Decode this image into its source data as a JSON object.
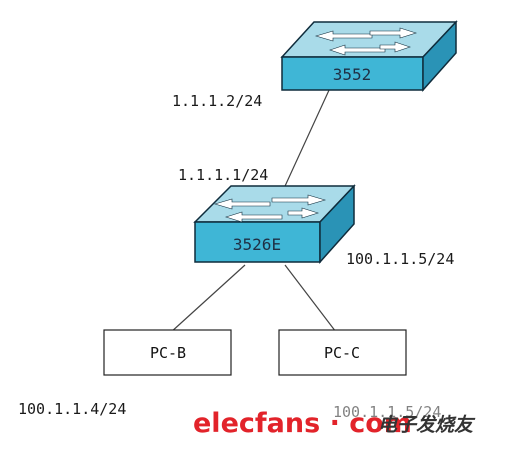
{
  "switches": {
    "core": {
      "name": "3552",
      "port_ip": "1.1.1.2/24"
    },
    "access": {
      "name": "3526E",
      "uplink_ip": "1.1.1.1/24",
      "vlan_ip": "100.1.1.5/24"
    }
  },
  "pcs": {
    "pc_b": {
      "name": "PC-B",
      "ip": "100.1.1.4/24"
    },
    "pc_c": {
      "name": "PC-C",
      "ip": "100.1.1.5/24"
    }
  },
  "watermark": {
    "latin": "elecfans",
    "dot": "·",
    "com": "com",
    "cjk": "电子发烧友"
  },
  "colors": {
    "switch_top": "#a9dbe9",
    "switch_front": "#3fb6d6",
    "switch_side": "#2a93b6",
    "switch_edge": "#0f2c3c",
    "link": "#444444",
    "watermark_red": "#e2232a"
  }
}
